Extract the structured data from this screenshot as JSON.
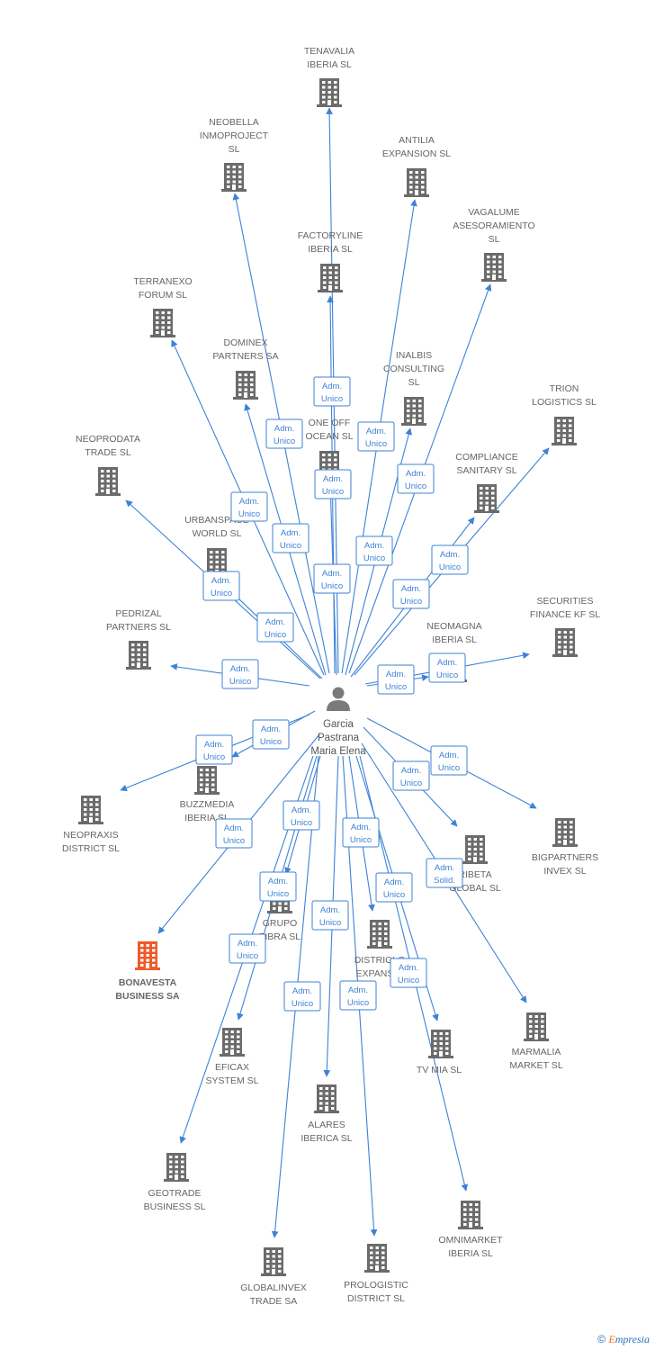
{
  "colors": {
    "edge": "#3d82d6",
    "building": "#6b6b6b",
    "highlight": "#f05a28",
    "person": "#7a7a7a"
  },
  "center": {
    "label_lines": [
      "Garcia",
      "Pastrana",
      "Maria Elena"
    ],
    "icon": "person-icon"
  },
  "nodes": [
    {
      "id": "tenavalia",
      "lines": [
        "TENAVALIA",
        "IBERIA  SL"
      ]
    },
    {
      "id": "neobella",
      "lines": [
        "NEOBELLA",
        "INMOPROJECT",
        "SL"
      ]
    },
    {
      "id": "antilia",
      "lines": [
        "ANTILIA",
        "EXPANSION  SL"
      ]
    },
    {
      "id": "vagalume",
      "lines": [
        "VAGALUME",
        "ASESORAMIENTO",
        "SL"
      ]
    },
    {
      "id": "factoryline",
      "lines": [
        "FACTORYLINE",
        "IBERIA  SL"
      ]
    },
    {
      "id": "terranexo",
      "lines": [
        "TERRANEXO",
        "FORUM  SL"
      ]
    },
    {
      "id": "dominex",
      "lines": [
        "DOMINEX",
        "PARTNERS SA"
      ]
    },
    {
      "id": "inalbis",
      "lines": [
        "INALBIS",
        "CONSULTING",
        "SL"
      ]
    },
    {
      "id": "trion",
      "lines": [
        "TRION",
        "LOGISTICS  SL"
      ]
    },
    {
      "id": "oneoff",
      "lines": [
        "ONE OFF",
        "OCEAN  SL"
      ]
    },
    {
      "id": "neoprodata",
      "lines": [
        "NEOPRODATA",
        "TRADE  SL"
      ]
    },
    {
      "id": "compliance",
      "lines": [
        "COMPLIANCE",
        "SANITARY  SL"
      ]
    },
    {
      "id": "urbanspace",
      "lines": [
        "URBANSPACE",
        "WORLD  SL"
      ]
    },
    {
      "id": "securities",
      "lines": [
        "SECURITIES",
        "FINANCE KF  SL"
      ]
    },
    {
      "id": "pedrizal",
      "lines": [
        "PEDRIZAL",
        "PARTNERS  SL"
      ]
    },
    {
      "id": "neomagna",
      "lines": [
        "NEOMAGNA",
        "IBERIA  SL"
      ]
    },
    {
      "id": "buzzmedia",
      "lines": [
        "BUZZMEDIA",
        "IBERIA  SL"
      ]
    },
    {
      "id": "neopraxis",
      "lines": [
        "NEOPRAXIS",
        "DISTRICT  SL"
      ]
    },
    {
      "id": "bigpartners",
      "lines": [
        "BIGPARTNERS",
        "INVEX  SL"
      ]
    },
    {
      "id": "ribeta",
      "lines": [
        "RIBETA",
        "GLOBAL  SL"
      ]
    },
    {
      "id": "grupo",
      "lines": [
        "GRUPO",
        "FIBRA  SL"
      ]
    },
    {
      "id": "bonavesta",
      "lines": [
        "BONAVESTA",
        "BUSINESS SA"
      ],
      "highlight": true
    },
    {
      "id": "distriglo",
      "lines": [
        "DISTRIGLO",
        "EXPANSIO"
      ]
    },
    {
      "id": "marmalia",
      "lines": [
        "MARMALIA",
        "MARKET  SL"
      ]
    },
    {
      "id": "eficax",
      "lines": [
        "EFICAX",
        "SYSTEM SL"
      ]
    },
    {
      "id": "tvmia",
      "lines": [
        "TV MIA  SL"
      ]
    },
    {
      "id": "alares",
      "lines": [
        "ALARES",
        "IBERICA  SL"
      ]
    },
    {
      "id": "geotrade",
      "lines": [
        "GEOTRADE",
        "BUSINESS  SL"
      ]
    },
    {
      "id": "omnimarket",
      "lines": [
        "OMNIMARKET",
        "IBERIA  SL"
      ]
    },
    {
      "id": "globalinvex",
      "lines": [
        "GLOBALINVEX",
        "TRADE SA"
      ]
    },
    {
      "id": "prologistic",
      "lines": [
        "PROLOGISTIC",
        "DISTRICT  SL"
      ]
    }
  ],
  "edges": [
    {
      "target": "tenavalia",
      "label": [
        "Adm.",
        "Unico"
      ]
    },
    {
      "target": "neobella",
      "label": [
        "Adm.",
        "Unico"
      ]
    },
    {
      "target": "antilia",
      "label": [
        "Adm.",
        "Unico"
      ]
    },
    {
      "target": "vagalume",
      "label": [
        "Adm.",
        "Unico"
      ]
    },
    {
      "target": "factoryline",
      "label": [
        "Adm.",
        "Unico"
      ]
    },
    {
      "target": "terranexo",
      "label": [
        "Adm.",
        "Unico"
      ]
    },
    {
      "target": "dominex",
      "label": [
        "Adm.",
        "Unico"
      ]
    },
    {
      "target": "inalbis",
      "label": [
        "Adm.",
        "Unico"
      ]
    },
    {
      "target": "trion",
      "label": [
        "Adm.",
        "Unico"
      ]
    },
    {
      "target": "oneoff",
      "label": [
        "Adm.",
        "Unico"
      ]
    },
    {
      "target": "neoprodata",
      "label": [
        "Adm.",
        "Unico"
      ]
    },
    {
      "target": "compliance",
      "label": [
        "Adm.",
        "Unico"
      ]
    },
    {
      "target": "urbanspace",
      "label": [
        "Adm.",
        "Unico"
      ]
    },
    {
      "target": "securities",
      "label": [
        "Adm.",
        "Unico"
      ]
    },
    {
      "target": "pedrizal",
      "label": [
        "Adm.",
        "Unico"
      ]
    },
    {
      "target": "neomagna",
      "label": [
        "Adm.",
        "Unico"
      ]
    },
    {
      "target": "buzzmedia",
      "label": [
        "Adm.",
        "Unico"
      ]
    },
    {
      "target": "neopraxis",
      "label": [
        "Adm.",
        "Unico"
      ]
    },
    {
      "target": "bigpartners",
      "label": [
        "Adm.",
        "Unico"
      ]
    },
    {
      "target": "ribeta",
      "label": [
        "Adm.",
        "Unico"
      ]
    },
    {
      "target": "bonavesta",
      "label": [
        "Adm.",
        "Unico"
      ]
    },
    {
      "target": "grupo",
      "label": [
        "Adm.",
        "Unico"
      ]
    },
    {
      "target": "distriglo",
      "label": [
        "Adm.",
        "Unico"
      ]
    },
    {
      "target": "marmalia",
      "label": [
        "Adm.",
        "Solid."
      ]
    },
    {
      "target": "eficax",
      "label": [
        "Adm.",
        "Unico"
      ]
    },
    {
      "target": "tvmia",
      "label": [
        "Adm.",
        "Unico"
      ]
    },
    {
      "target": "alares",
      "label": [
        "Adm.",
        "Unico"
      ]
    },
    {
      "target": "geotrade",
      "label": [
        "Adm.",
        "Unico"
      ]
    },
    {
      "target": "omnimarket",
      "label": [
        "Adm.",
        "Unico"
      ]
    },
    {
      "target": "globalinvex",
      "label": [
        "Adm.",
        "Unico"
      ]
    },
    {
      "target": "prologistic",
      "label": [
        "Adm.",
        "Unico"
      ]
    }
  ],
  "footer": {
    "copyright_symbol": "©",
    "brand_first": "E",
    "brand_rest": "mpresia"
  }
}
